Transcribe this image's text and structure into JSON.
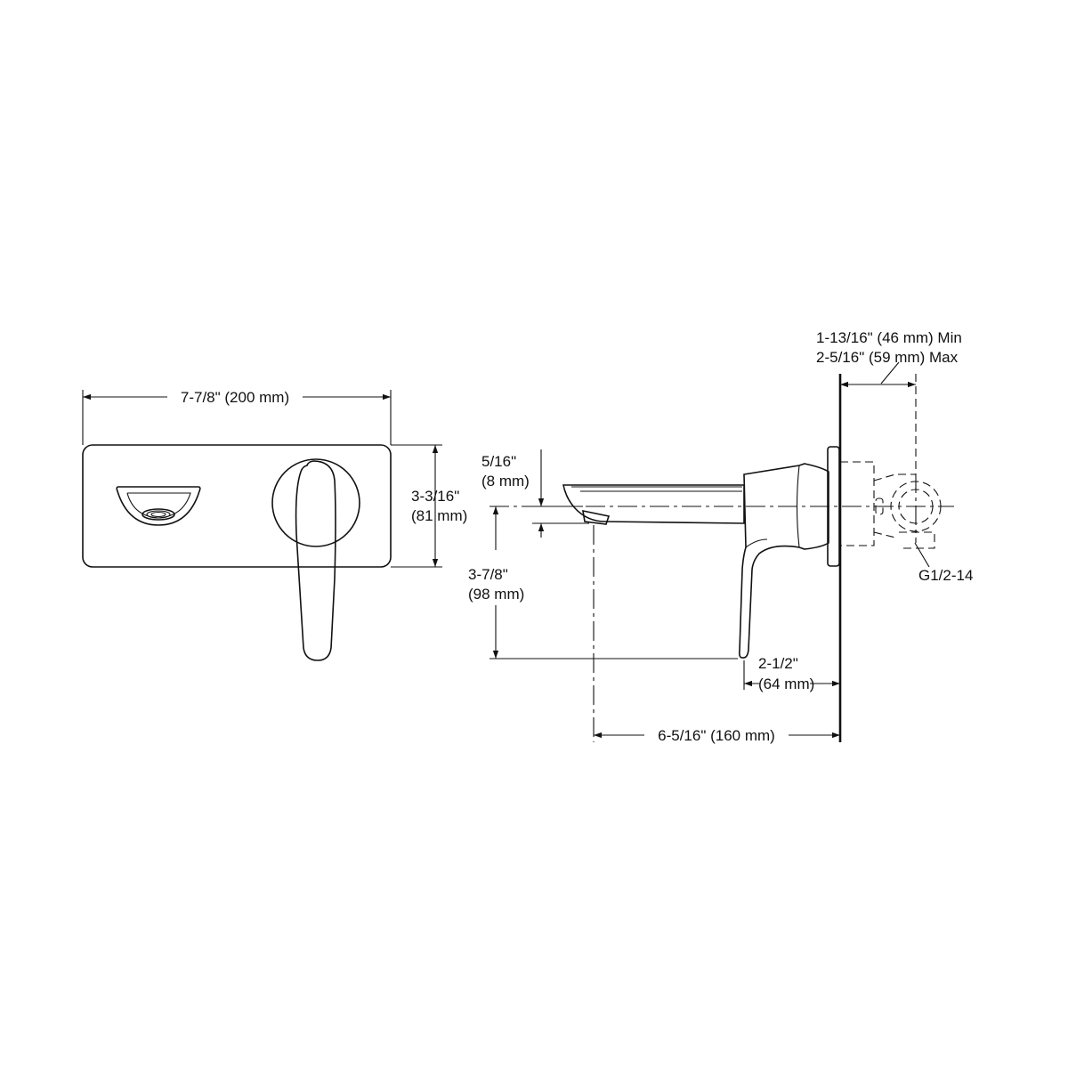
{
  "dimensions": {
    "plate_width": "7-7/8\" (200 mm)",
    "plate_height_in": "3-3/16\"",
    "plate_height_mm": "(81 mm)",
    "spout_offset_in": "5/16\"",
    "spout_offset_mm": "(8 mm)",
    "spout_height_in": "3-7/8\"",
    "spout_height_mm": "(98 mm)",
    "handle_projection_in": "2-1/2\"",
    "handle_projection_mm": "(64 mm)",
    "spout_reach": "6-5/16\" (160 mm)",
    "wall_depth_min": "1-13/16\" (46 mm) Min",
    "wall_depth_max": "2-5/16\" (59 mm) Max",
    "thread_spec": "G1/2-14"
  }
}
